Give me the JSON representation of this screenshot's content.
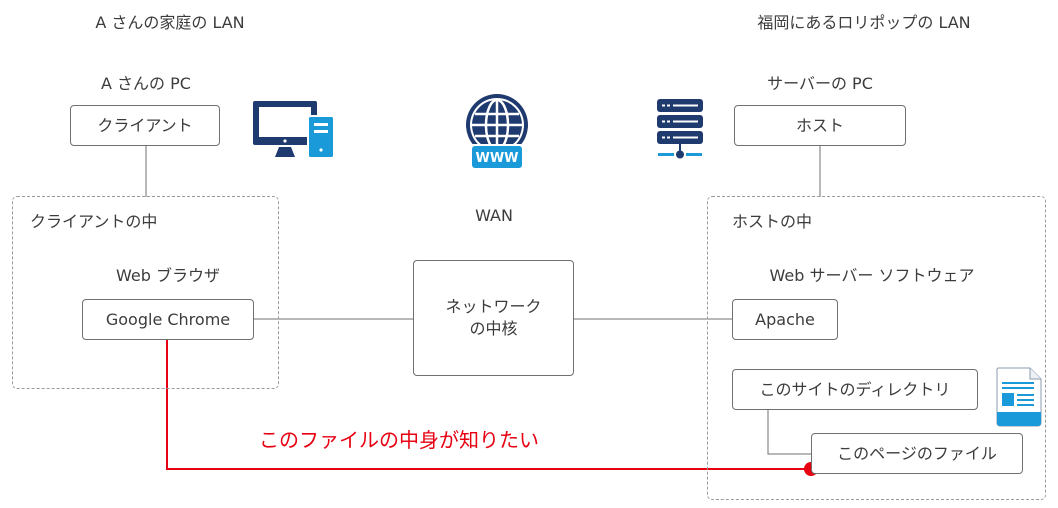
{
  "colors": {
    "icon_navy": "#1f3a6e",
    "icon_blue": "#1a9ad8",
    "line_gray": "#707070",
    "dashed_gray": "#9a9a9a",
    "highlight_red": "#e60012",
    "text": "#3c3c3c"
  },
  "left_network": {
    "title": "A さんの家庭の LAN",
    "pc_label": "A さんの PC",
    "client_box": "クライアント",
    "container_label": "クライアントの中",
    "browser_label": "Web ブラウザ",
    "browser_box": "Google Chrome",
    "icon": "desktop-computer-icon"
  },
  "wan": {
    "label": "WAN",
    "core_box_line1": "ネットワーク",
    "core_box_line2": "の中核",
    "icon": "www-globe-icon"
  },
  "right_network": {
    "title": "福岡にあるロリポップの LAN",
    "pc_label": "サーバーの PC",
    "host_box": "ホスト",
    "container_label": "ホストの中",
    "server_software_label": "Web サーバー ソフトウェア",
    "server_box": "Apache",
    "directory_box": "このサイトのディレクトリ",
    "file_box": "このページのファイル",
    "server_icon": "server-rack-icon",
    "file_icon": "document-file-icon"
  },
  "annotation": {
    "text": "このファイルの中身が知りたい"
  }
}
